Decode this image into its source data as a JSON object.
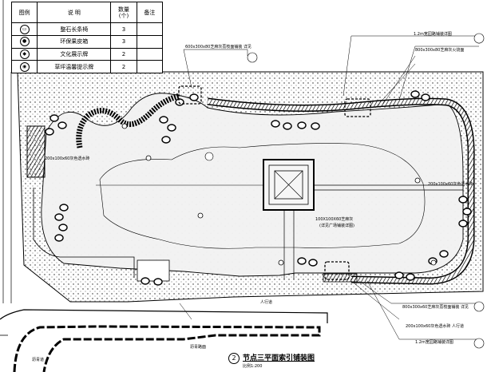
{
  "legend": {
    "headers": {
      "symbol": "图例",
      "desc": "说 明",
      "qty": "数量\n(个)",
      "remark": "备注"
    },
    "rows": [
      {
        "icon": "bench-icon",
        "desc": "整石长条椅",
        "qty": "3"
      },
      {
        "icon": "trash-bin-icon",
        "desc": "环保果皮箱",
        "qty": "3"
      },
      {
        "icon": "culture-sign-icon",
        "desc": "文化展示牌",
        "qty": "2"
      },
      {
        "icon": "lawn-sign-icon",
        "desc": "草坪温馨提示牌",
        "qty": "2"
      }
    ]
  },
  "title": {
    "number": "2",
    "text": "节点三平面索引铺装图",
    "scale": "比例1:200"
  },
  "notes": {
    "top_right_1": "1.2m宽园路铺装详图",
    "top_right_2": "800x300x80芝麻灰火烧面",
    "top_left_callout": "600x300x80芝麻灰荔枝面铺装 详见",
    "right_mid": "200x100x60灰色透水砖",
    "left_mid": "200x100x60灰色透水砖",
    "center_1": "100X100X60芝麻灰",
    "center_2": "(详见广场铺装详图)",
    "bottom_right_1": "800x300x60芝麻灰荔枝面铺装 详见",
    "bottom_right_2": "200x100x60灰色透水砖 人行道",
    "bottom_right_3": "1.2m宽园路铺装详图",
    "bottom_left": "人行道",
    "road_1": "沥青路面",
    "road_2": "沥青道"
  }
}
